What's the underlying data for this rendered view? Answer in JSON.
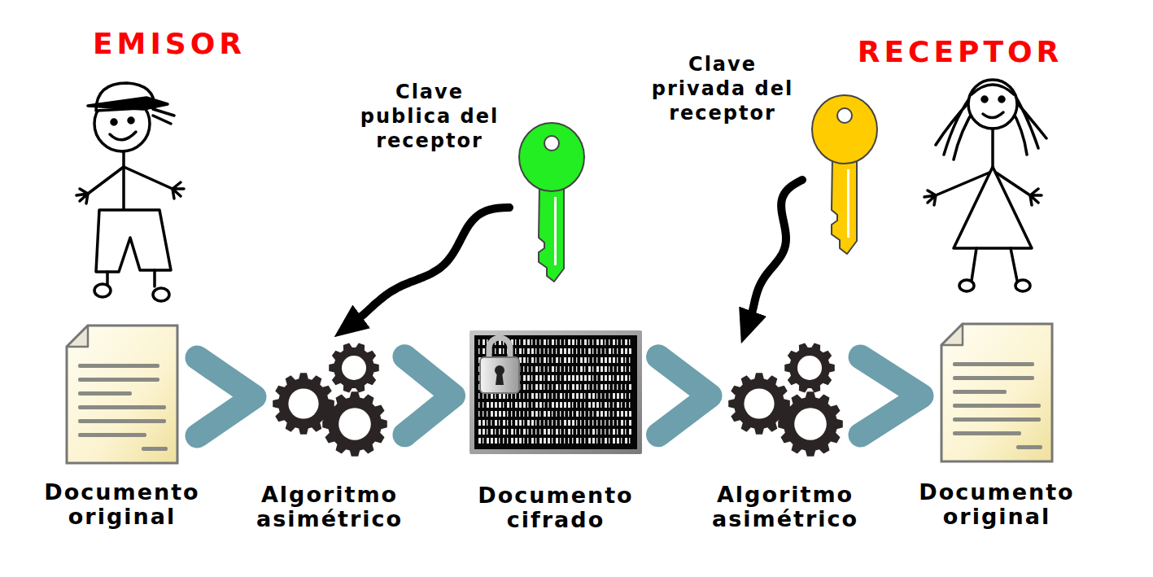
{
  "diagram": {
    "nodes": [
      {
        "text": [
          "Documento original"
        ]
      },
      {
        "text": [
          "Algoritmo asimétrico"
        ]
      },
      {
        "text": [
          "Documento cifrado"
        ]
      },
      {
        "text": [
          "Algoritmo asimétrico"
        ]
      },
      {
        "text": [
          "Documento original"
        ]
      },
      {
        "text": [
          "Clave publica del receptor"
        ]
      },
      {
        "text": [
          "Clave privada del receptor"
        ]
      }
    ],
    "edges": [
      {
        "from": 0,
        "to": 1,
        "arrow": "to"
      },
      {
        "from": 1,
        "to": 2,
        "arrow": "to"
      },
      {
        "from": 2,
        "to": 3,
        "arrow": "to"
      },
      {
        "from": 3,
        "to": 4,
        "arrow": "to"
      },
      {
        "from": 5,
        "to": 1,
        "arrow": "to"
      },
      {
        "from": 6,
        "to": 3,
        "arrow": "to"
      }
    ],
    "labels": [
      "EMISOR",
      "RECEPTOR"
    ]
  }
}
